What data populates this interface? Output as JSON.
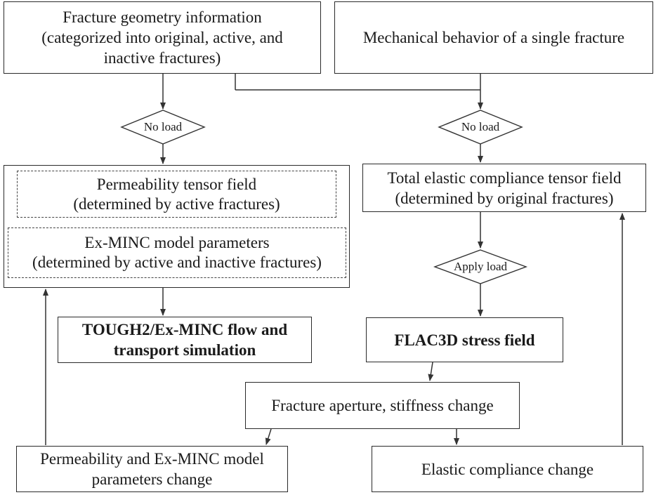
{
  "boxes": {
    "fracture_geometry": "Fracture geometry information\n(categorized into original, active, and\ninactive fractures)",
    "mechanical_behavior": "Mechanical behavior of a single fracture",
    "permeability_tensor": "Permeability tensor field\n(determined by active fractures)",
    "exminc_params": "Ex-MINC model parameters\n(determined by active and inactive fractures)",
    "compliance_tensor": "Total elastic compliance tensor field\n(determined by original fractures)",
    "tough2": "TOUGH2/Ex-MINC flow and\ntransport simulation",
    "flac3d": "FLAC3D stress field",
    "aperture_change": "Fracture aperture, stiffness change",
    "perm_change": "Permeability and Ex-MINC model\nparameters change",
    "compliance_change": "Elastic compliance change"
  },
  "decisions": {
    "no_load_left": "No load",
    "no_load_right": "No load",
    "apply_load": "Apply load"
  }
}
